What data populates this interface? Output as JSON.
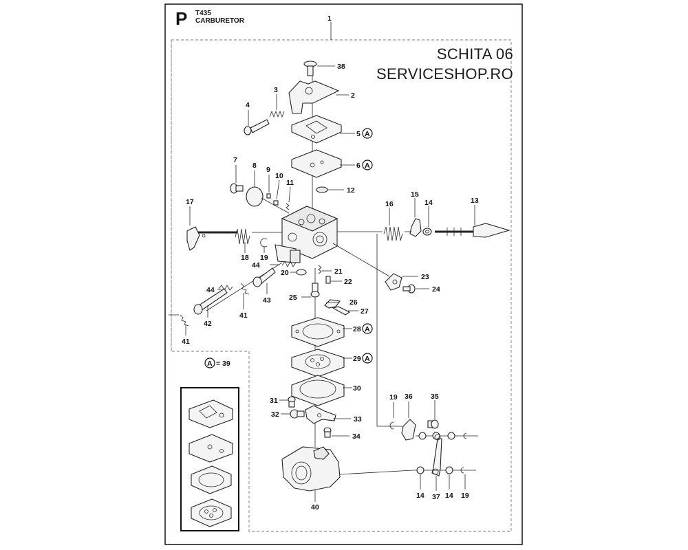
{
  "header": {
    "section_letter": "P",
    "model": "T435",
    "title": "CARBURETOR"
  },
  "watermark": {
    "line1": "SCHITA 06",
    "line2": "SERVICESHOP.RO"
  },
  "kit": {
    "symbol": "A",
    "equals": "= 39"
  },
  "callouts": [
    {
      "id": "c1",
      "text": "1"
    },
    {
      "id": "c38",
      "text": "38"
    },
    {
      "id": "c2",
      "text": "2"
    },
    {
      "id": "c3",
      "text": "3"
    },
    {
      "id": "c4",
      "text": "4"
    },
    {
      "id": "c5",
      "text": "5"
    },
    {
      "id": "c6",
      "text": "6"
    },
    {
      "id": "c7",
      "text": "7"
    },
    {
      "id": "c8",
      "text": "8"
    },
    {
      "id": "c9",
      "text": "9"
    },
    {
      "id": "c10",
      "text": "10"
    },
    {
      "id": "c11",
      "text": "11"
    },
    {
      "id": "c12",
      "text": "12"
    },
    {
      "id": "c13",
      "text": "13"
    },
    {
      "id": "c14a",
      "text": "14"
    },
    {
      "id": "c15",
      "text": "15"
    },
    {
      "id": "c16",
      "text": "16"
    },
    {
      "id": "c17",
      "text": "17"
    },
    {
      "id": "c18",
      "text": "18"
    },
    {
      "id": "c19a",
      "text": "19"
    },
    {
      "id": "c20",
      "text": "20"
    },
    {
      "id": "c21",
      "text": "21"
    },
    {
      "id": "c22",
      "text": "22"
    },
    {
      "id": "c23",
      "text": "23"
    },
    {
      "id": "c24",
      "text": "24"
    },
    {
      "id": "c25",
      "text": "25"
    },
    {
      "id": "c26",
      "text": "26"
    },
    {
      "id": "c27",
      "text": "27"
    },
    {
      "id": "c28",
      "text": "28"
    },
    {
      "id": "c29",
      "text": "29"
    },
    {
      "id": "c30",
      "text": "30"
    },
    {
      "id": "c31",
      "text": "31"
    },
    {
      "id": "c32",
      "text": "32"
    },
    {
      "id": "c33",
      "text": "33"
    },
    {
      "id": "c34",
      "text": "34"
    },
    {
      "id": "c35",
      "text": "35"
    },
    {
      "id": "c36",
      "text": "36"
    },
    {
      "id": "c19b",
      "text": "19"
    },
    {
      "id": "c14b",
      "text": "14"
    },
    {
      "id": "c37",
      "text": "37"
    },
    {
      "id": "c14c",
      "text": "14"
    },
    {
      "id": "c19c",
      "text": "19"
    },
    {
      "id": "c40",
      "text": "40"
    },
    {
      "id": "c41a",
      "text": "41"
    },
    {
      "id": "c41b",
      "text": "41"
    },
    {
      "id": "c42",
      "text": "42"
    },
    {
      "id": "c43",
      "text": "43"
    },
    {
      "id": "c44a",
      "text": "44"
    },
    {
      "id": "c44b",
      "text": "44"
    }
  ],
  "kit_markers": [
    {
      "id": "m5",
      "text": "A"
    },
    {
      "id": "m6",
      "text": "A"
    },
    {
      "id": "m28",
      "text": "A"
    },
    {
      "id": "m29",
      "text": "A"
    }
  ]
}
